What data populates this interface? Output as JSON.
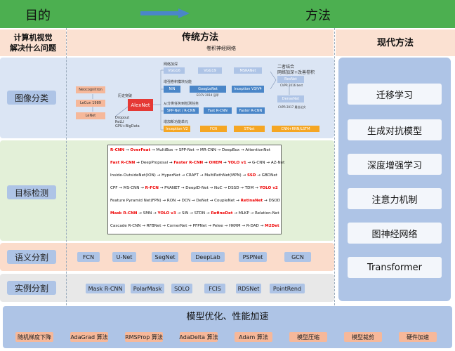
{
  "header": {
    "goal": "目的",
    "method": "方法"
  },
  "columns": {
    "question": "计算机视觉\n解决什么问题",
    "traditional": "传统方法",
    "traditional_sub": "卷积神经网络",
    "modern": "现代方法"
  },
  "categories": {
    "classification": "图像分类",
    "detection": "目标检测",
    "semantic": "语义分割",
    "instance": "实例分割"
  },
  "classification": {
    "early": [
      "Neocognitron",
      "LeCun 1989",
      "LeNet"
    ],
    "history": "历史突破",
    "alexnet": "AlexNet",
    "alex_notes": [
      "Dropout",
      "ReLU",
      "GPU+BigData"
    ],
    "net_deeper": "网络加深",
    "deeper_row": [
      "VGG16",
      "VGG19",
      "MSRANet"
    ],
    "module": "增强卷积模块功能",
    "module_row": [
      "NIN",
      "GoogLeNet",
      "Inception V3/V4"
    ],
    "module_note": "ECCV 2014 冠军",
    "combo": "二者结合",
    "combo2": "网络加深+改善卷积",
    "resnet": "ResNet",
    "resnet_note": "CVPR 2016 best",
    "densenet": "DenseNet",
    "densenet_note": "CVPR 2017 最佳论文",
    "detect_task": "从分类任务到检测任务",
    "detect_row": [
      "SPP-Net / R-CNN",
      "Fast R-CNN",
      "Faster R-CNN"
    ],
    "newfunc": "增加新功能单元",
    "new_row": [
      "Inception V2",
      "FCN",
      "STNet",
      "CNN+RNN/LSTM"
    ]
  },
  "detection_rows": [
    [
      "R-CNN",
      "OverFeat",
      "MultiBox",
      "SPP-Net",
      "MR-CNN",
      "DeepBox",
      "AttentionNet"
    ],
    [
      "Fast R-CNN",
      "DeepProposal",
      "Faster R-CNN",
      "OHEM",
      "YOLO v1",
      "G-CNN",
      "AZ-Net"
    ],
    [
      "Inside-OutsideNet(ION)",
      "HyperNet",
      "CRAFT",
      "MultiPathNet(MPN)",
      "SSD",
      "GBDNet"
    ],
    [
      "CPF",
      "MS-CNN",
      "R-FCN",
      "PVANET",
      "DeepID-Net",
      "NoC",
      "DSSD",
      "TDM",
      "YOLO v2"
    ],
    [
      "Feature Pyramid Net(FPN)",
      "RON",
      "DCN",
      "DeNet",
      "CoupleNet",
      "RetinaNet",
      "DSOD"
    ],
    [
      "Mask R-CNN",
      "SMN",
      "YOLO v3",
      "SIN",
      "STDN",
      "RefineDet",
      "MLKP",
      "Relation-Net"
    ],
    [
      "Cascade R-CNN",
      "RFBNet",
      "CornerNet",
      "PFPNet",
      "Pelee",
      "HKRM",
      "R-DAD",
      "M2Det"
    ]
  ],
  "semantic": [
    "FCN",
    "U-Net",
    "SegNet",
    "DeepLab",
    "PSPNet",
    "GCN"
  ],
  "instance": [
    "Mask R-CNN",
    "PolarMask",
    "SOLO",
    "FCIS",
    "RDSNet",
    "PointRend"
  ],
  "modern": [
    "迁移学习",
    "生成对抗模型",
    "深度增强学习",
    "注意力机制",
    "图神经网络",
    "Transformer"
  ],
  "optimize": {
    "title": "模型优化、性能加速",
    "items": [
      "随机梯度下降",
      "AdaGrad 算法",
      "RMSProp 算法",
      "AdaDelta 算法",
      "Adam 算法",
      "模型压缩",
      "模型裁剪",
      "硬件加速"
    ]
  },
  "colors": {
    "green": "#4caf50",
    "blue_band": "#dbe5f4",
    "green_band": "#e3f0d8",
    "orange_band": "#fbdccb",
    "gray_band": "#e8e8e8",
    "red": "#e53935"
  }
}
